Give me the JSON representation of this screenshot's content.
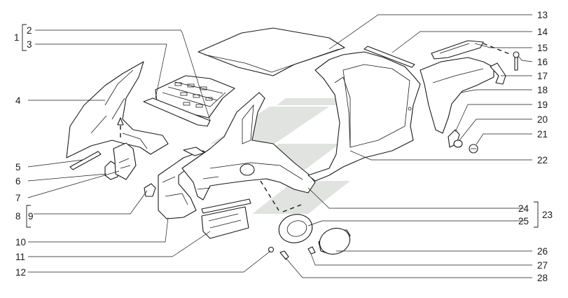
{
  "labels": {
    "l1": "1",
    "l2": "2",
    "l3": "3",
    "l4": "4",
    "l5": "5",
    "l6": "6",
    "l7": "7",
    "l8": "8",
    "l9": "9",
    "l10": "10",
    "l11": "11",
    "l12": "12",
    "l13": "13",
    "l14": "14",
    "l15": "15",
    "l16": "16",
    "l17": "17",
    "l18": "18",
    "l19": "19",
    "l20": "20",
    "l21": "21",
    "l22": "22",
    "l23": "23",
    "l24": "24",
    "l25": "25",
    "l26": "26",
    "l27": "27",
    "l28": "28"
  },
  "colors": {
    "line": "#1a1a1a",
    "watermark": "#c8ccc8",
    "background": "#ffffff"
  }
}
